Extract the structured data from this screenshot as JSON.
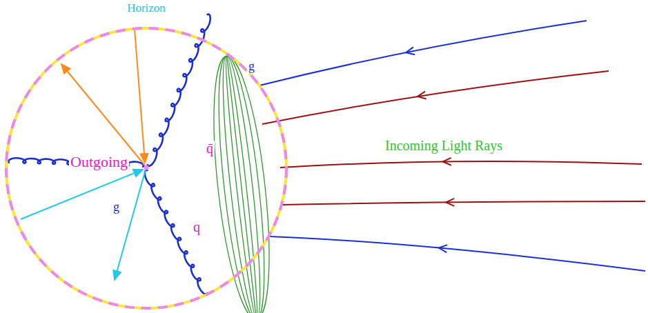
{
  "diagram": {
    "nodes": [
      {
        "text": [
          "Horizon"
        ]
      }
    ],
    "labels": [
      "g",
      "q̄",
      "Outgoing",
      "g",
      "q",
      "Incoming Light Rays"
    ]
  }
}
